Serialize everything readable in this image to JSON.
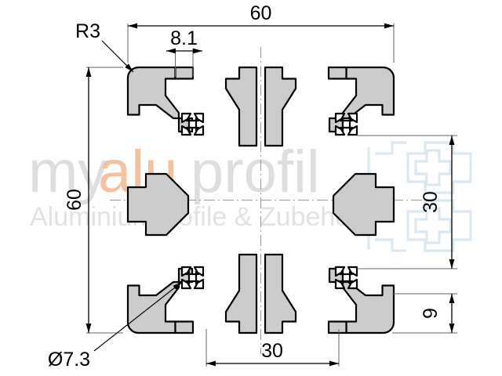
{
  "drawing": {
    "kind": "technical-cad-cross-section",
    "part": "aluminium-extrusion-profile-60x60",
    "dimensions": {
      "overall_width": "60",
      "overall_height": "60",
      "slot_width": "8.1",
      "bore_diameter": "Ø7.3",
      "corner_radius": "R3",
      "core_spacing_vertical": "30",
      "core_spacing_horizontal": "30",
      "slot_depth": "9"
    },
    "labels": {
      "top_60": "60",
      "top_81": "8.1",
      "left_60": "60",
      "bottom_30": "30",
      "right_30": "30",
      "right_9": "9",
      "radius": "R3",
      "bore": "Ø7.3"
    },
    "colors": {
      "material_fill": "#cccccc",
      "outline": "#000000",
      "dimension_line": "#808080",
      "centerline": "#999999",
      "background": "#ffffff",
      "watermark_gray": "#dedede",
      "watermark_orange": "#f2c3a0",
      "watermark_blue": "#dbe8f0"
    }
  },
  "watermark": {
    "brand_part1": "my",
    "brand_part2": "alu",
    "brand_part3": "profil",
    "tagline": "Aluminiumprofile & Zubehör"
  }
}
